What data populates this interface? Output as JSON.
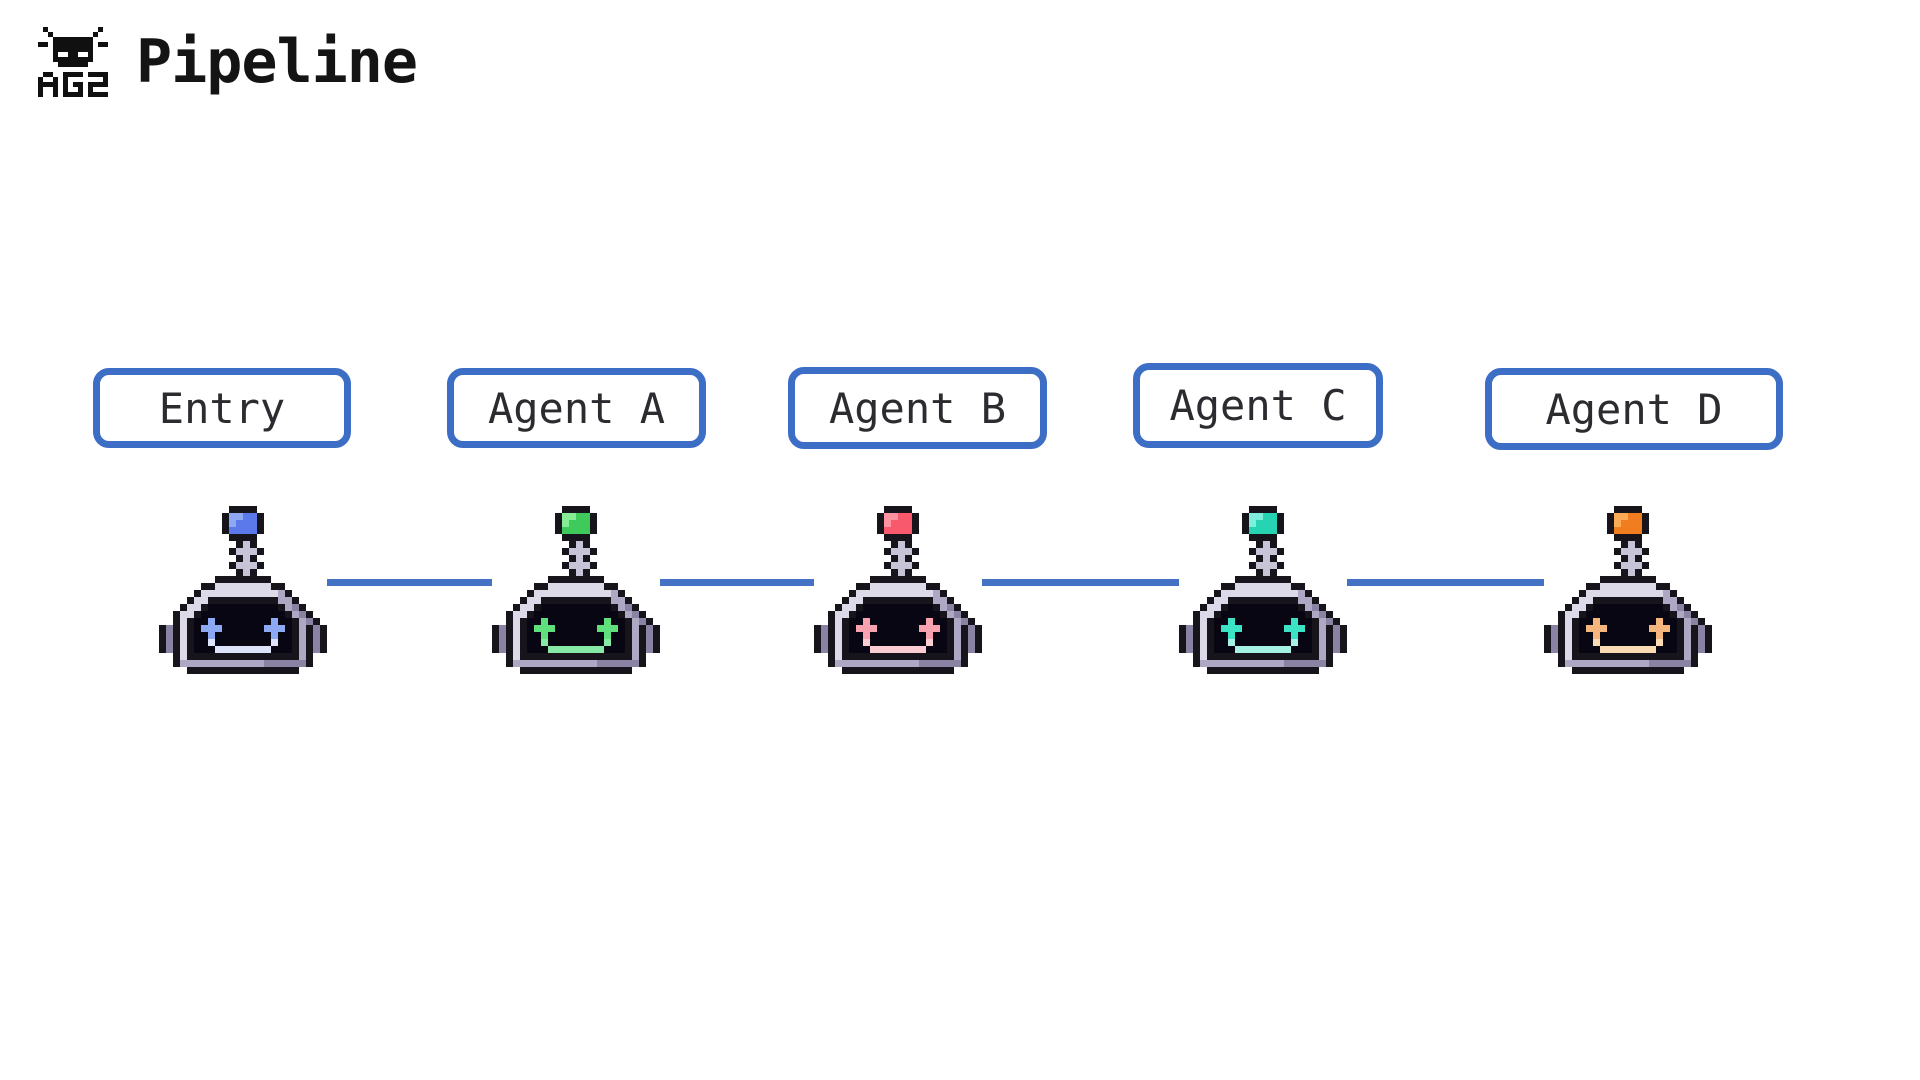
{
  "header": {
    "logo_text": "AG2",
    "title": "Pipeline"
  },
  "colors": {
    "background": "#ffffff",
    "box_border": "#3d6ec6",
    "box_text": "#2b2b30",
    "connector": "#4472c4",
    "title_text": "#141414",
    "robot_palette": {
      "outline": "#17141c",
      "head_light": "#dcd9e8",
      "head_mid": "#aea8c4",
      "head_dark": "#8a84a4",
      "antenna": "#c8c4d8",
      "face": "#080613"
    }
  },
  "pipeline": {
    "nodes": [
      {
        "label": "Entry",
        "accent_name": "blue",
        "ball": "#5b79ea",
        "ball_highlight": "#8fa8f4",
        "eyes": "#8ea9f4",
        "smile": "#dde3fa"
      },
      {
        "label": "Agent A",
        "accent_name": "green",
        "ball": "#3fcb5c",
        "ball_highlight": "#86ec95",
        "eyes": "#5fe07c",
        "smile": "#86e9a5"
      },
      {
        "label": "Agent B",
        "accent_name": "red",
        "ball": "#f9596c",
        "ball_highlight": "#fd93a0",
        "eyes": "#f7a2ae",
        "smile": "#fbccd2"
      },
      {
        "label": "Agent C",
        "accent_name": "teal",
        "ball": "#26d4b4",
        "ball_highlight": "#7defda",
        "eyes": "#3ce4c6",
        "smile": "#a5f2e4"
      },
      {
        "label": "Agent D",
        "accent_name": "orange",
        "ball": "#f07d20",
        "ball_highlight": "#fbab55",
        "eyes": "#f4b67c",
        "smile": "#fadbb4"
      }
    ]
  }
}
